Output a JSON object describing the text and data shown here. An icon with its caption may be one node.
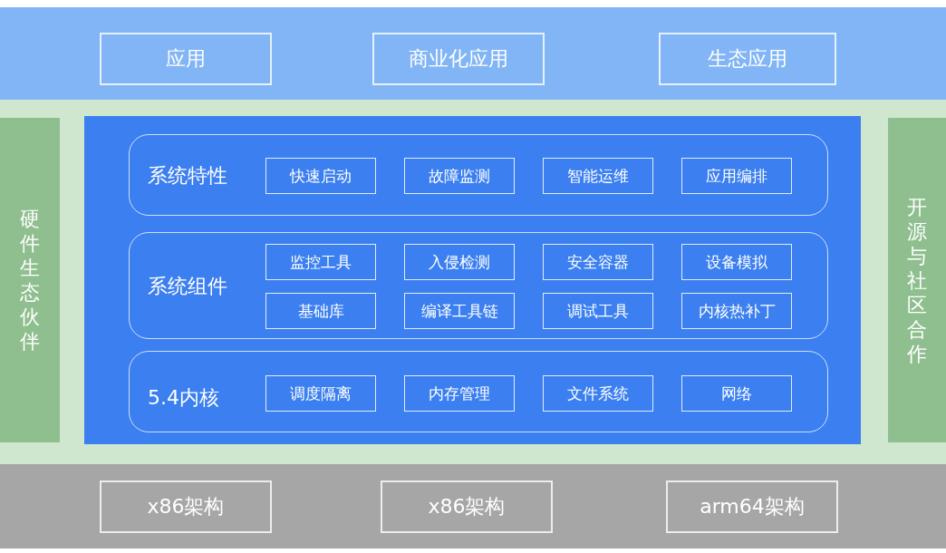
{
  "diagram": {
    "nodes": [
      {
        "text": [],
        "shape": "band"
      },
      {
        "text": [
          "应用"
        ],
        "in": 0
      },
      {
        "text": [
          "商业化应用"
        ],
        "in": 0
      },
      {
        "text": [
          "生态应用"
        ],
        "in": 0
      },
      {
        "text": [
          "硬件生态伙伴"
        ]
      },
      {
        "text": [],
        "shape": "band"
      },
      {
        "text": [
          "系统特性"
        ],
        "in": 5
      },
      {
        "text": [
          "快速启动"
        ],
        "in": 6
      },
      {
        "text": [
          "故障监测"
        ],
        "in": 6
      },
      {
        "text": [
          "智能运维"
        ],
        "in": 6
      },
      {
        "text": [
          "应用编排"
        ],
        "in": 6
      },
      {
        "text": [
          "系统组件"
        ],
        "in": 5
      },
      {
        "text": [
          "监控工具"
        ],
        "in": 11
      },
      {
        "text": [
          "入侵检测"
        ],
        "in": 11
      },
      {
        "text": [
          "安全容器"
        ],
        "in": 11
      },
      {
        "text": [
          "设备模拟"
        ],
        "in": 11
      },
      {
        "text": [
          "基础库"
        ],
        "in": 11
      },
      {
        "text": [
          "编译工具链"
        ],
        "in": 11
      },
      {
        "text": [
          "调试工具"
        ],
        "in": 11
      },
      {
        "text": [
          "内核热补丁"
        ],
        "in": 11
      },
      {
        "text": [
          "5.4内核"
        ],
        "in": 5
      },
      {
        "text": [
          "调度隔离"
        ],
        "in": 20
      },
      {
        "text": [
          "内存管理"
        ],
        "in": 20
      },
      {
        "text": [
          "文件系统"
        ],
        "in": 20
      },
      {
        "text": [
          "网络"
        ],
        "in": 20
      },
      {
        "text": [
          "开源与社区合作"
        ]
      },
      {
        "text": [],
        "shape": "band"
      },
      {
        "text": [
          "x86架构"
        ],
        "in": 26
      },
      {
        "text": [
          "x86架构"
        ],
        "in": 26
      },
      {
        "text": [
          "arm64架构"
        ],
        "in": 26
      }
    ]
  }
}
